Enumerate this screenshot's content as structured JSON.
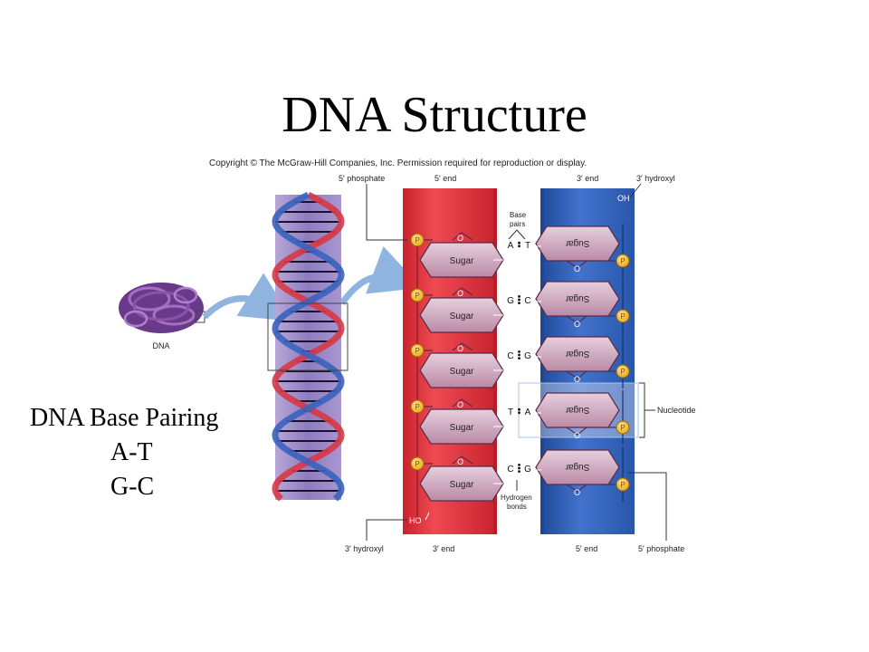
{
  "title": "DNA Structure",
  "copyright": "Copyright © The McGraw-Hill Companies, Inc. Permission required for reproduction or display.",
  "side_text": {
    "heading": "DNA Base Pairing",
    "pair1": "A-T",
    "pair2": "G-C"
  },
  "labels": {
    "dna": "DNA",
    "left_top_phosphate": "5′ phosphate",
    "left_top_end": "5′ end",
    "right_top_end": "3′ end",
    "right_top_hydroxyl": "3′ hydroxyl",
    "base_pairs_line1": "Base",
    "base_pairs_line2": "pairs",
    "hydrogen_line1": "Hydrogen",
    "hydrogen_line2": "bonds",
    "nucleotide": "Nucleotide",
    "left_bottom_hydroxyl": "3′ hydroxyl",
    "left_bottom_end": "3′ end",
    "right_bottom_end": "5′ end",
    "right_bottom_phosphate": "5′ phosphate",
    "ho": "HO",
    "oh": "OH",
    "sugar": "Sugar",
    "phosphate": "P",
    "oxygen": "O"
  },
  "base_pairs": [
    {
      "left": "A",
      "right": "T",
      "bonds": 2
    },
    {
      "left": "G",
      "right": "C",
      "bonds": 3
    },
    {
      "left": "C",
      "right": "G",
      "bonds": 3
    },
    {
      "left": "T",
      "right": "A",
      "bonds": 2
    },
    {
      "left": "C",
      "right": "G",
      "bonds": 3
    }
  ],
  "colors": {
    "left_strand": "#e2333d",
    "right_strand": "#2f5fb8",
    "sugar_fill": "#c9a3b8",
    "phosphate_fill": "#f5c033",
    "helix_bg": "#8d7bb8",
    "dna_blob": "#6a3a8a"
  }
}
